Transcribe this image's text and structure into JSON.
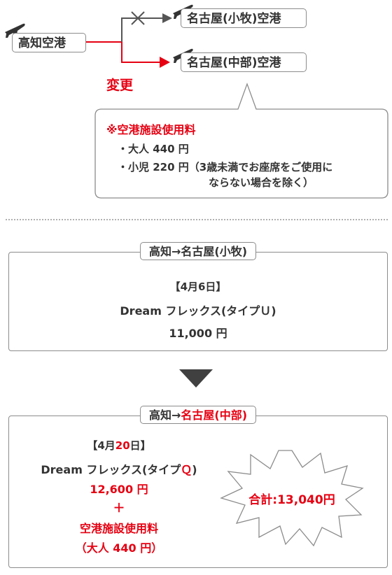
{
  "route": {
    "origin": "高知空港",
    "old_destination": "名古屋(小牧)空港",
    "new_destination": "名古屋(中部)空港",
    "change_label": "変更"
  },
  "fee_note": {
    "title": "※空港施設使用料",
    "adult": "・大人 440 円",
    "child_line1": "・小児 220 円（3歳未満でお座席をご使用に",
    "child_line2": "ならない場合を除く）"
  },
  "before": {
    "route_label": "高知→名古屋(小牧)",
    "date": "【4月6日】",
    "fare": "Dream フレックス(タイプＵ)",
    "price": "11,000 円"
  },
  "after": {
    "route_prefix": "高知→",
    "route_dest": "名古屋(中部)",
    "date_open": "【4月",
    "date_day": "20",
    "date_close": "日】",
    "fare_prefix": "Dream フレックス(タイプ",
    "fare_type": "Ｑ",
    "fare_suffix": ")",
    "price": "12,600 円",
    "plus": "＋",
    "fee_label": "空港施設使用料",
    "fee_amount": "（大人 440 円）",
    "total": "合計:13,040円"
  },
  "colors": {
    "accent": "#e60012",
    "border": "#8c8c8c",
    "text": "#333333"
  }
}
